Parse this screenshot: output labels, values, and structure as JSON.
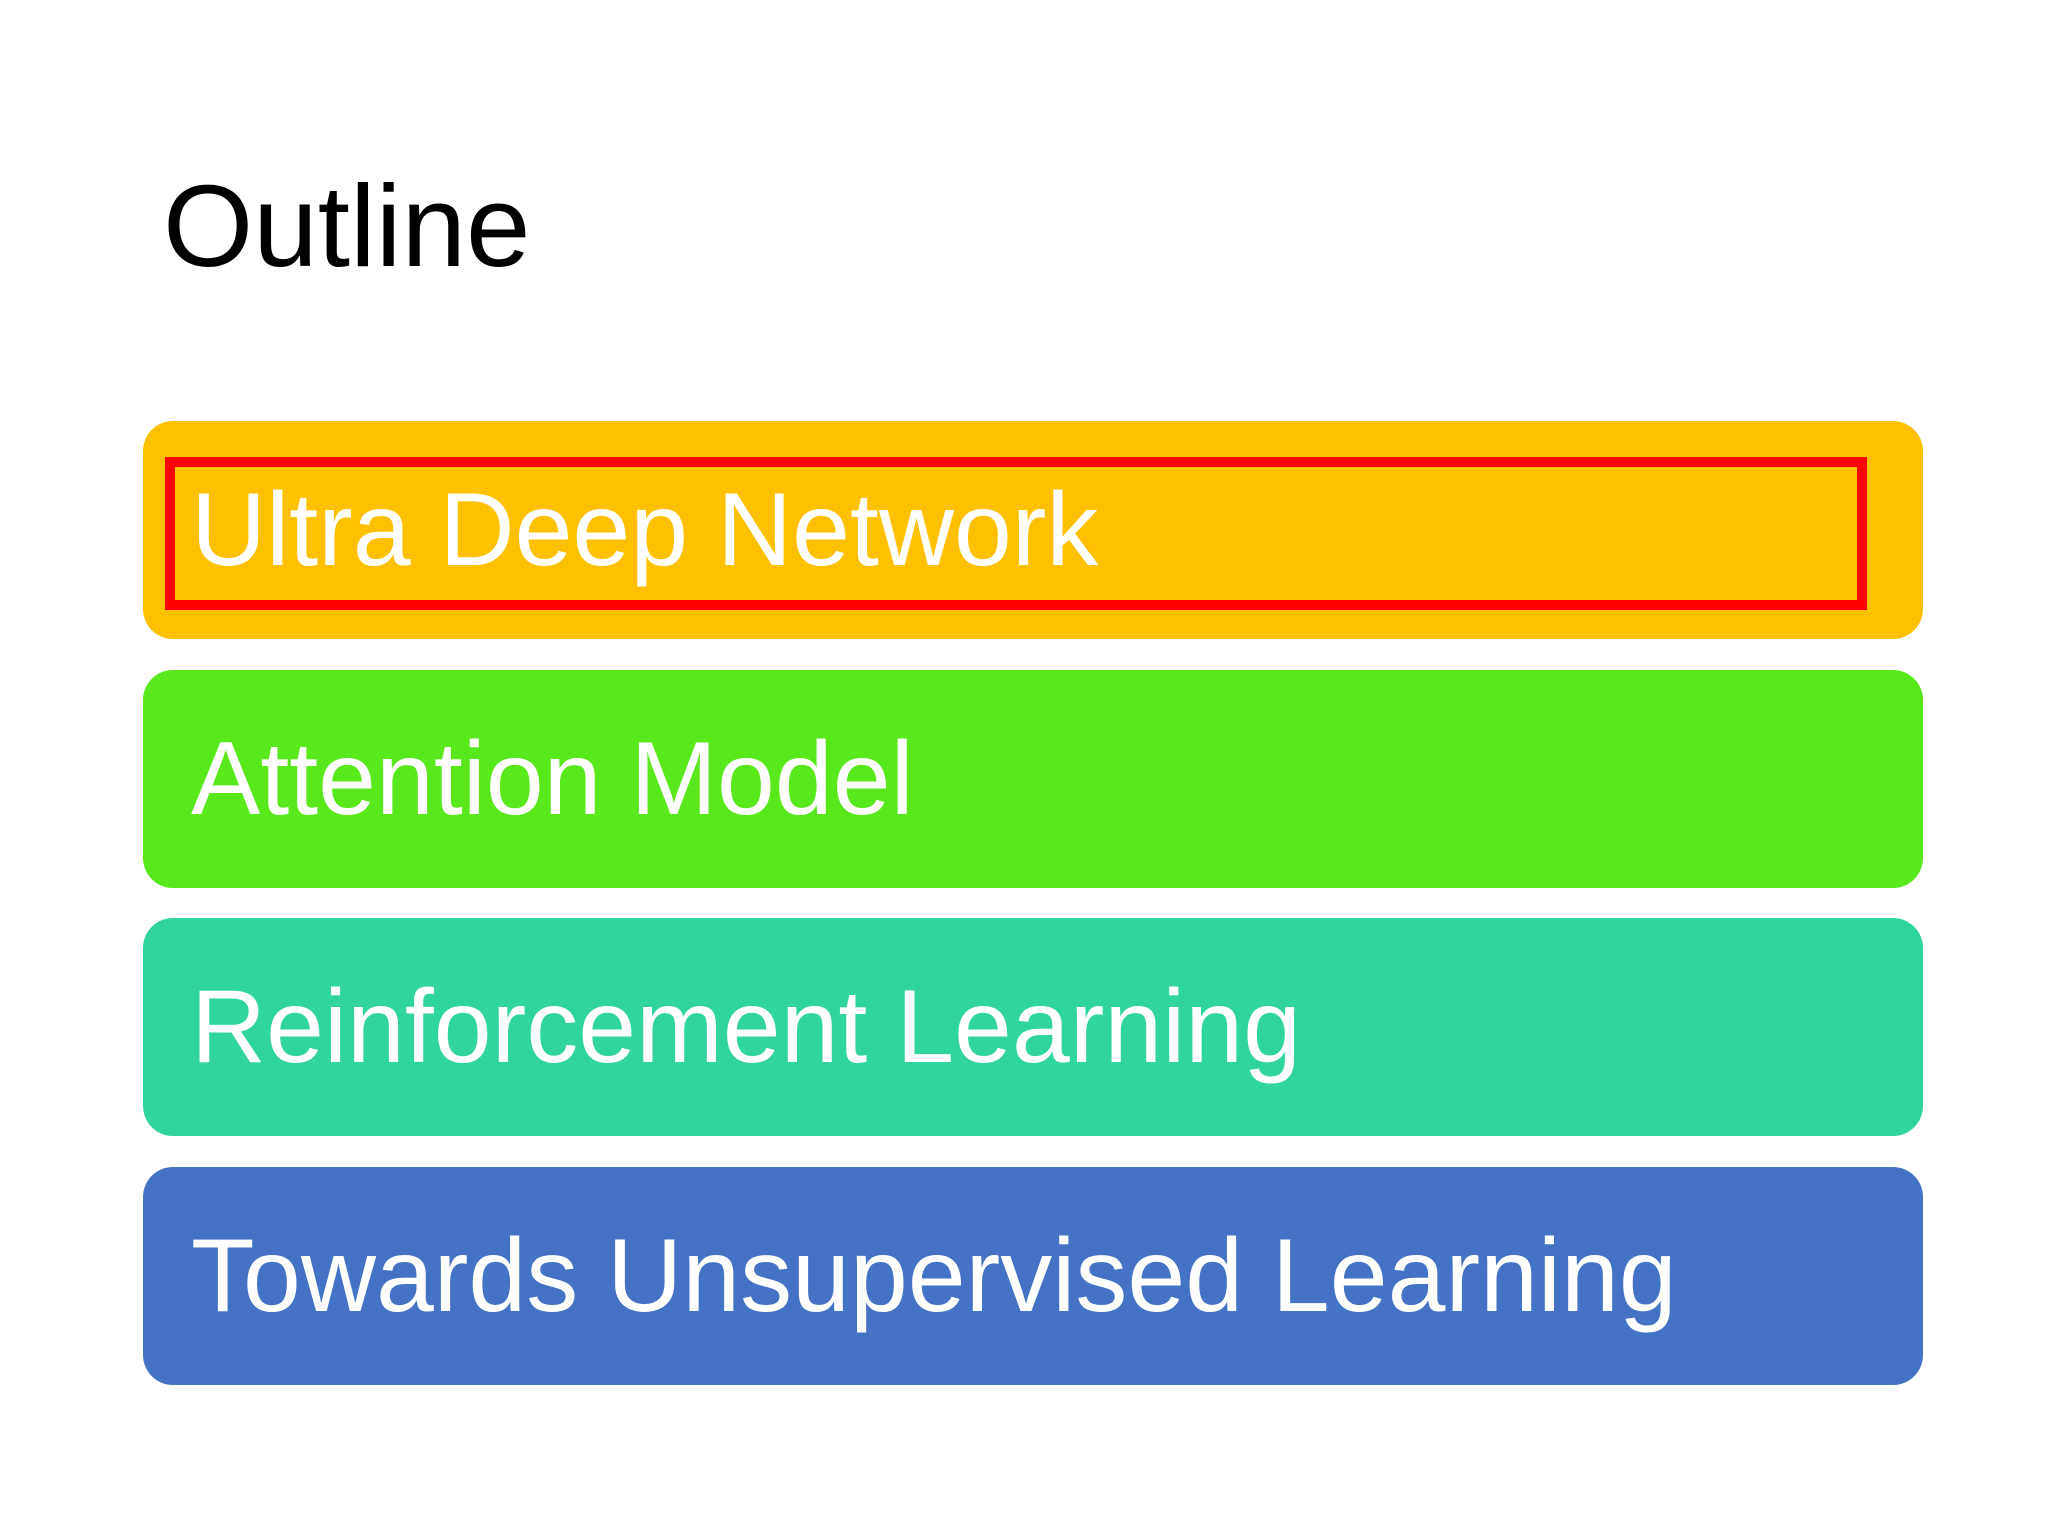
{
  "slide": {
    "title": "Outline",
    "items": [
      {
        "label": "Ultra Deep Network",
        "color": "#FFC000",
        "highlighted": true
      },
      {
        "label": "Attention Model",
        "color": "#58E81B",
        "highlighted": false
      },
      {
        "label": "Reinforcement Learning",
        "color": "#30D59E",
        "highlighted": false
      },
      {
        "label": "Towards Unsupervised Learning",
        "color": "#4472C4",
        "highlighted": false
      }
    ],
    "highlight_color": "#FF0000"
  }
}
